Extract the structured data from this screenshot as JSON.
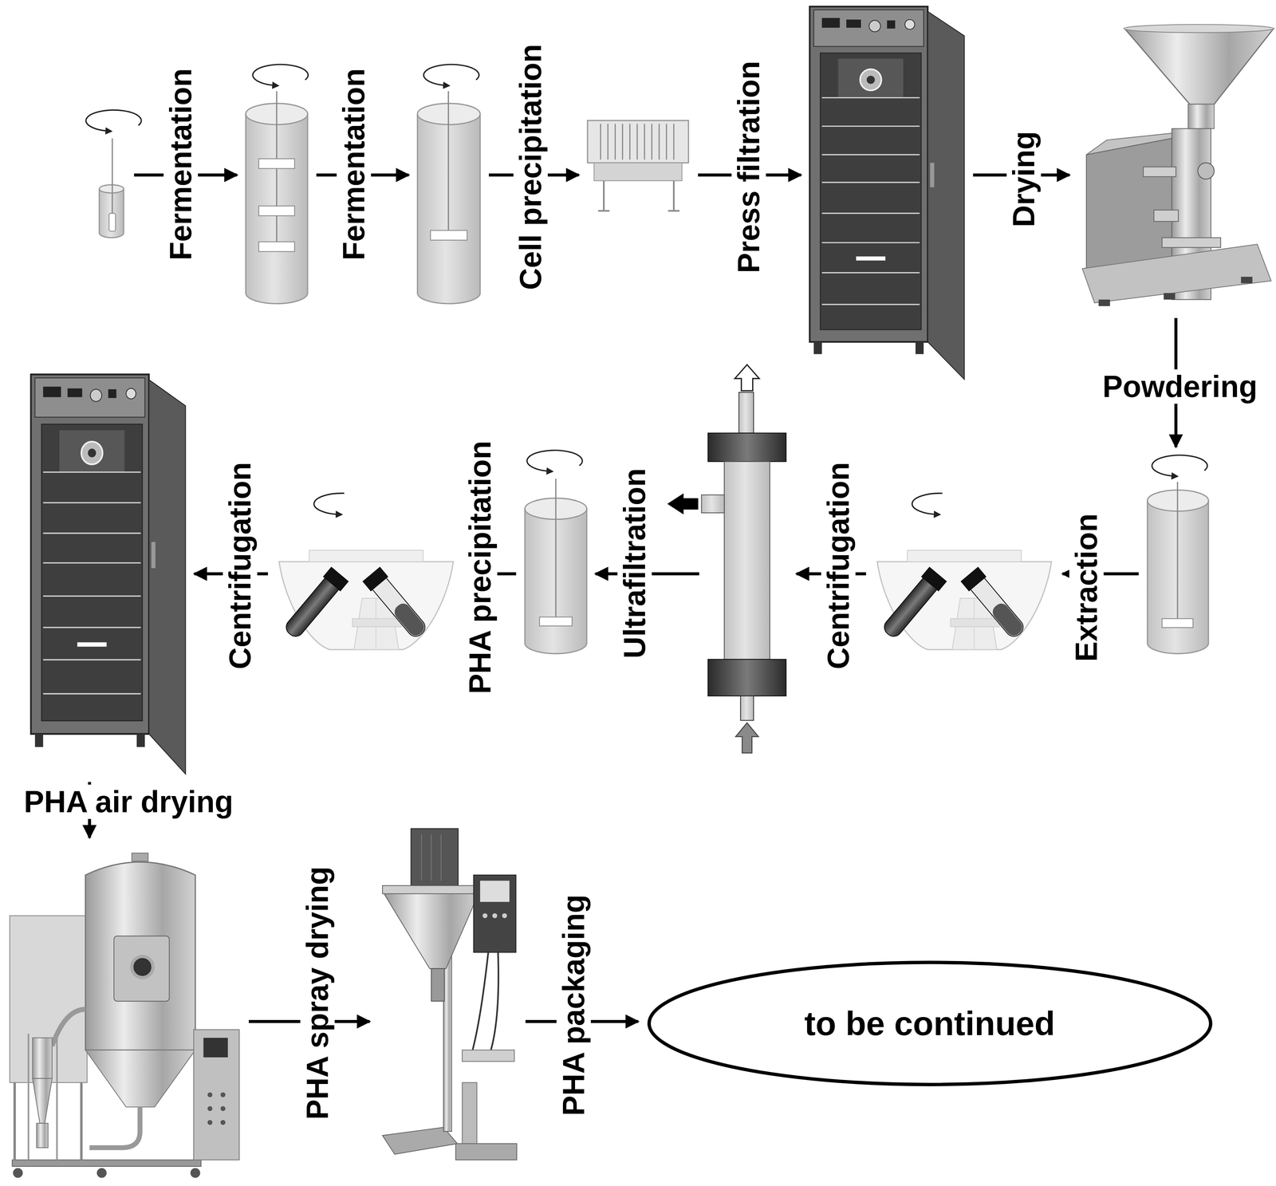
{
  "diagram": {
    "nodes": [
      {
        "text": []
      },
      {
        "text": []
      },
      {
        "text": []
      },
      {
        "text": []
      },
      {
        "text": []
      },
      {
        "text": []
      },
      {
        "text": []
      },
      {
        "text": []
      },
      {
        "text": []
      },
      {
        "text": []
      },
      {
        "text": []
      },
      {
        "text": []
      },
      {
        "text": []
      },
      {
        "text": []
      },
      {
        "text": [
          "to be continued"
        ]
      }
    ],
    "edges": [
      {
        "from": 0,
        "to": 1,
        "arrow": "to",
        "label": "Fermentation"
      },
      {
        "from": 1,
        "to": 2,
        "arrow": "to",
        "label": "Fermentation"
      },
      {
        "from": 2,
        "to": 3,
        "arrow": "to",
        "label": "Cell precipitation"
      },
      {
        "from": 3,
        "to": 4,
        "arrow": "to",
        "label": "Press filtration"
      },
      {
        "from": 4,
        "to": 5,
        "arrow": "to",
        "label": "Drying"
      },
      {
        "from": 5,
        "to": 6,
        "arrow": "to",
        "label": "Powdering"
      },
      {
        "from": 6,
        "to": 7,
        "arrow": "to",
        "label": "Extraction"
      },
      {
        "from": 7,
        "to": 8,
        "arrow": "to",
        "label": "Centrifugation"
      },
      {
        "from": 8,
        "to": 9,
        "arrow": "to",
        "label": "Ultrafiltration"
      },
      {
        "from": 9,
        "to": 10,
        "arrow": "to",
        "label": "PHA precipitation"
      },
      {
        "from": 10,
        "to": 11,
        "arrow": "to",
        "label": "Centrifugation"
      },
      {
        "from": 11,
        "to": 12,
        "arrow": "to",
        "label": "PHA air drying"
      },
      {
        "from": 12,
        "to": 13,
        "arrow": "to",
        "label": "PHA spray drying"
      },
      {
        "from": 13,
        "to": 14,
        "arrow": "to",
        "label": "PHA packaging"
      }
    ]
  }
}
